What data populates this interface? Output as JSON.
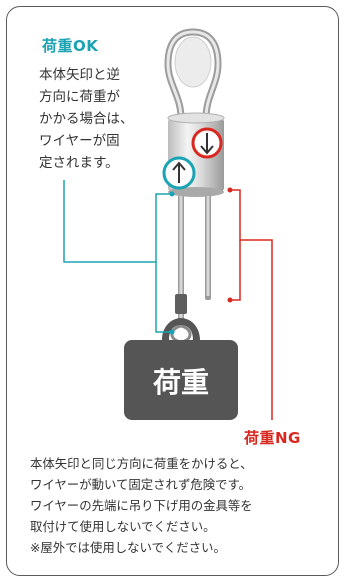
{
  "ok": {
    "title": "荷重OK",
    "lines": [
      "本体矢印と逆",
      "方向に荷重が",
      "かかる場合は、",
      "ワイヤーが固",
      "定されます。"
    ]
  },
  "weight": {
    "label": "荷重"
  },
  "ng": {
    "title": "荷重NG"
  },
  "notes": [
    "本体矢印と同じ方向に荷重をかけると、",
    "ワイヤーが動いて固定されず危険です。",
    "ワイヤーの先端に吊り下げ用の金具等を",
    "取付けて使用しないでください。",
    "※屋外では使用しないでください。"
  ],
  "colors": {
    "ok": "#1aa3b3",
    "ng": "#d9281f",
    "weight": "#555555"
  },
  "icons": {
    "up": "arrow-up-icon",
    "down": "arrow-down-icon"
  }
}
